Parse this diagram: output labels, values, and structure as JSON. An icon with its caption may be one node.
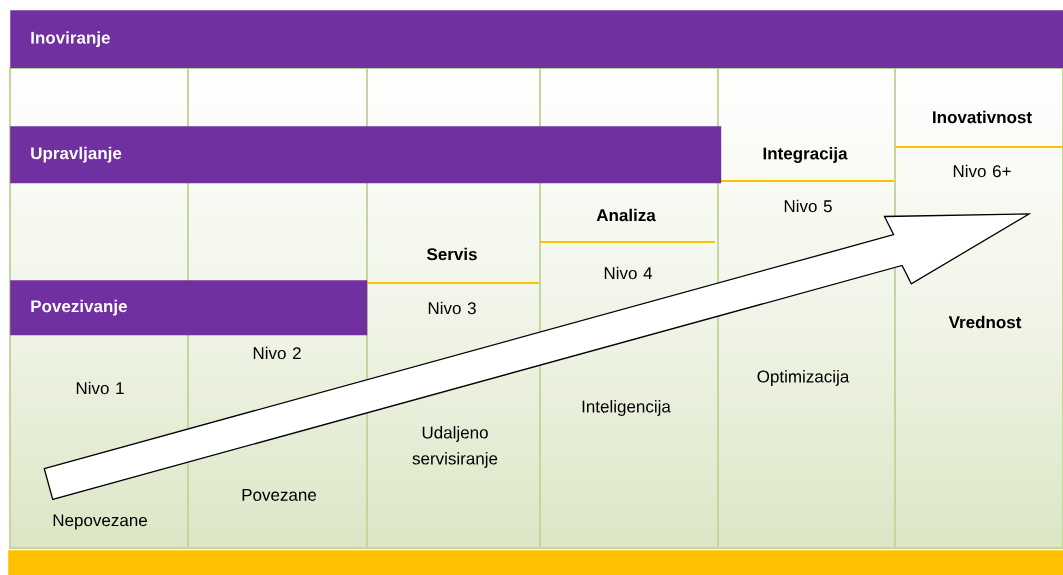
{
  "diagram": {
    "nodes": [
      {
        "text": [
          "Inoviranje"
        ]
      },
      {
        "text": [
          "Upravljanje"
        ]
      },
      {
        "text": [
          "Povezivanje"
        ]
      },
      {
        "text": [
          "Nivo 1",
          "Nepovezane"
        ]
      },
      {
        "text": [
          "Nivo 2",
          "Povezane"
        ]
      },
      {
        "text": [
          "Servis",
          "Nivo 3",
          "Udaljeno servisiranje"
        ]
      },
      {
        "text": [
          "Analiza",
          "Nivo 4",
          "Inteligencija"
        ]
      },
      {
        "text": [
          "Integracija",
          "Nivo 5",
          "Optimizacija"
        ]
      },
      {
        "text": [
          "Inovativnost",
          "Nivo 6+",
          "Vrednost"
        ]
      },
      {
        "text": [],
        "shape": "bar"
      }
    ],
    "edges": [
      {
        "from": 3,
        "to": 8,
        "arrow": "to"
      }
    ]
  }
}
